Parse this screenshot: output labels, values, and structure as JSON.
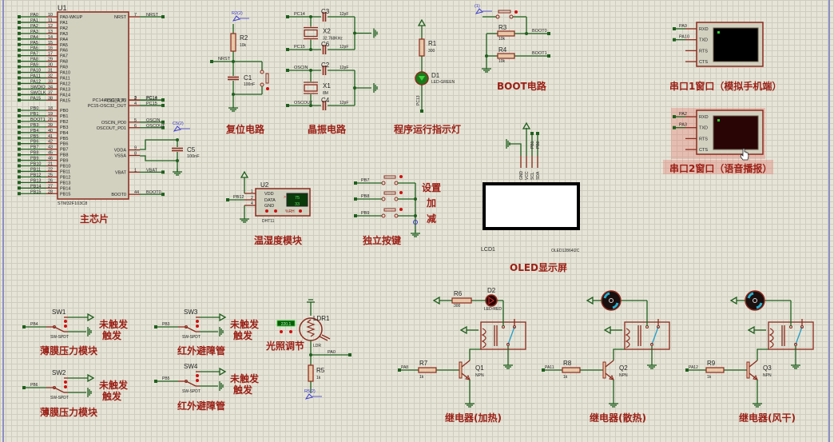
{
  "colors": {
    "wire": "#1f5f1f",
    "component": "#8b2a1e",
    "title": "#9b1f16",
    "grid": "#cfcdbf",
    "background": "#e6e4d6",
    "terminal_screen": "#000000",
    "terminal_screen_selected": "#2a0505"
  },
  "mcu": {
    "ref": "U1",
    "part": "STM32F103C8",
    "title": "主芯片",
    "left_pins": [
      {
        "net": "PA0",
        "num": "10",
        "name": "PA0-WKUP"
      },
      {
        "net": "PA1",
        "num": "11",
        "name": "PA1"
      },
      {
        "net": "PA2",
        "num": "12",
        "name": "PA2"
      },
      {
        "net": "PA3",
        "num": "13",
        "name": "PA3"
      },
      {
        "net": "PA4",
        "num": "14",
        "name": "PA4"
      },
      {
        "net": "PA5",
        "num": "15",
        "name": "PA5"
      },
      {
        "net": "PA6",
        "num": "16",
        "name": "PA6"
      },
      {
        "net": "PA7",
        "num": "17",
        "name": "PA7"
      },
      {
        "net": "PA8",
        "num": "29",
        "name": "PA8"
      },
      {
        "net": "PA9",
        "num": "30",
        "name": "PA9"
      },
      {
        "net": "PA10",
        "num": "31",
        "name": "PA10"
      },
      {
        "net": "PA11",
        "num": "32",
        "name": "PA11"
      },
      {
        "net": "PA12",
        "num": "33",
        "name": "PA12"
      },
      {
        "net": "SWDIO",
        "num": "34",
        "name": "PA13"
      },
      {
        "net": "SWCLK",
        "num": "37",
        "name": "PA14"
      },
      {
        "net": "PA15",
        "num": "38",
        "name": "PA15"
      },
      {
        "net": "PB0",
        "num": "18",
        "name": "PB0"
      },
      {
        "net": "PB1",
        "num": "19",
        "name": "PB1"
      },
      {
        "net": "BOOT1",
        "num": "20",
        "name": "PB2"
      },
      {
        "net": "PB3",
        "num": "39",
        "name": "PB3"
      },
      {
        "net": "PB4",
        "num": "40",
        "name": "PB4"
      },
      {
        "net": "PB5",
        "num": "41",
        "name": "PB5"
      },
      {
        "net": "PB6",
        "num": "42",
        "name": "PB6"
      },
      {
        "net": "PB7",
        "num": "43",
        "name": "PB7"
      },
      {
        "net": "PB8",
        "num": "45",
        "name": "PB8"
      },
      {
        "net": "PB9",
        "num": "46",
        "name": "PB9"
      },
      {
        "net": "PB10",
        "num": "21",
        "name": "PB10"
      },
      {
        "net": "PB11",
        "num": "22",
        "name": "PB11"
      },
      {
        "net": "PB12",
        "num": "25",
        "name": "PB12"
      },
      {
        "net": "PB13",
        "num": "26",
        "name": "PB13"
      },
      {
        "net": "PB14",
        "num": "27",
        "name": "PB14"
      },
      {
        "net": "PB15",
        "num": "28",
        "name": "PB15"
      }
    ],
    "right_pins": [
      {
        "net": "NRST",
        "num": "7",
        "name": "NRST",
        "row": 0
      },
      {
        "net": "PC13",
        "num": "2",
        "name": "PC13_RTC",
        "row": 15
      },
      {
        "net": "PC14",
        "num": "3",
        "name": "PC14-OSC32_IN",
        "row": 16
      },
      {
        "net": "PC15",
        "num": "4",
        "name": "PC15-OSC32_OUT",
        "row": 17
      },
      {
        "net": "OSCIN",
        "num": "5",
        "name": "OSCIN_PD0",
        "row": 20
      },
      {
        "net": "OSCOUT",
        "num": "6",
        "name": "OSCOUT_PD1",
        "row": 21
      },
      {
        "net": "",
        "num": "9",
        "name": "VDDA",
        "row": 25
      },
      {
        "net": "",
        "num": "8",
        "name": "VSSA",
        "row": 26
      },
      {
        "net": "VBAT",
        "num": "1",
        "name": "VBAT",
        "row": 29
      },
      {
        "net": "BOOT0",
        "num": "44",
        "name": "BOOT0",
        "row": 33
      }
    ],
    "decoupling": {
      "ref": "C5",
      "value": "100nF",
      "probe": "C5(2)"
    }
  },
  "reset": {
    "title": "复位电路",
    "probe": "R2(2)",
    "r": {
      "ref": "R2",
      "value": "10k"
    },
    "c": {
      "ref": "C1",
      "value": "100nF"
    },
    "net": "NRST"
  },
  "crystal": {
    "title": "晶振电路",
    "x2": {
      "ref": "X2",
      "value": "32.768KHz"
    },
    "x1": {
      "ref": "X1",
      "value": "8M"
    },
    "caps": [
      {
        "ref": "C3",
        "value": "12pF"
      },
      {
        "ref": "C6",
        "value": "12pF"
      },
      {
        "ref": "C2",
        "value": "12pF"
      },
      {
        "ref": "C4",
        "value": "12pF"
      }
    ],
    "nets": [
      "PC14",
      "PC15",
      "OSCIN",
      "OSCOUT"
    ]
  },
  "run_led": {
    "title": "程序运行指示灯",
    "r": {
      "ref": "R1",
      "value": "300"
    },
    "d": {
      "ref": "D1",
      "value": "LED-GREEN"
    },
    "net": "PC13"
  },
  "boot": {
    "title": "BOOT电路",
    "probe": "(1)",
    "r3": {
      "ref": "R3",
      "value": "10k"
    },
    "r4": {
      "ref": "R4",
      "value": "10k"
    },
    "nets": [
      "BOOT0",
      "BOOT1"
    ]
  },
  "uart1": {
    "title": "串口1窗口（模拟手机端）",
    "pins": [
      "RXD",
      "TXD",
      "RTS",
      "CTS"
    ],
    "nets": [
      "PA9",
      "PA10"
    ]
  },
  "uart2": {
    "title": "串口2窗口（语音播报）",
    "pins": [
      "RXD",
      "TXD",
      "RTS",
      "CTS"
    ],
    "nets": [
      "PA2",
      "PA3"
    ]
  },
  "dht": {
    "title": "温湿度模块",
    "ref": "U2",
    "part": "DHT11",
    "pins": [
      {
        "num": "1",
        "name": "VDD"
      },
      {
        "num": "2",
        "name": "DATA"
      },
      {
        "num": "4",
        "name": "GND"
      }
    ],
    "net": "PB12",
    "display_temp": "75",
    "display_hum": "33",
    "rh_label": "%RH"
  },
  "keys": {
    "title": "独立按键",
    "nets": [
      "PB7",
      "PB8",
      "PB9"
    ],
    "labels": [
      "设置",
      "加",
      "减"
    ]
  },
  "oled": {
    "title": "OLED显示屏",
    "ref": "LCD1",
    "part": "OLED12864I2C",
    "pins": [
      "GND",
      "VCC",
      "SCL",
      "SDA"
    ],
    "nets": [
      "PB1",
      "PB0"
    ]
  },
  "switches": [
    {
      "ref": "SW1",
      "part": "SW-SPDT",
      "net": "PB4",
      "title": "薄膜压力模块",
      "on": "未触发",
      "off": "触发"
    },
    {
      "ref": "SW2",
      "part": "SW-SPDT",
      "net": "PB6",
      "title": "薄膜压力模块",
      "on": "未触发",
      "off": "触发"
    },
    {
      "ref": "SW3",
      "part": "SW-SPDT",
      "net": "PB3",
      "title": "红外避障管",
      "on": "未触发",
      "off": "触发"
    },
    {
      "ref": "SW4",
      "part": "SW-SPDT",
      "net": "PB5",
      "title": "红外避障管",
      "on": "未触发",
      "off": "触发"
    }
  ],
  "ldr": {
    "title": "光照调节",
    "ref": "LDR1",
    "part": "LDR",
    "reading": "220.1",
    "r": {
      "ref": "R5",
      "value": "1k"
    },
    "net": "PA0",
    "probe": "R5(2)"
  },
  "relays": [
    {
      "title": "继电器(加热)",
      "load": "led",
      "d": {
        "ref": "D2",
        "value": "LED-RED"
      },
      "rload": {
        "ref": "R6",
        "value": "300"
      },
      "rb": {
        "ref": "R7",
        "value": "1k"
      },
      "q": {
        "ref": "Q1",
        "value": "NPN"
      },
      "net": "PA8"
    },
    {
      "title": "继电器(散热)",
      "load": "fan",
      "rb": {
        "ref": "R8",
        "value": "1k"
      },
      "q": {
        "ref": "Q2",
        "value": "NPN"
      },
      "net": "PA11"
    },
    {
      "title": "继电器(风干)",
      "load": "fan",
      "rb": {
        "ref": "R9",
        "value": "1k"
      },
      "q": {
        "ref": "Q3",
        "value": "NPN"
      },
      "net": "PA12"
    }
  ]
}
